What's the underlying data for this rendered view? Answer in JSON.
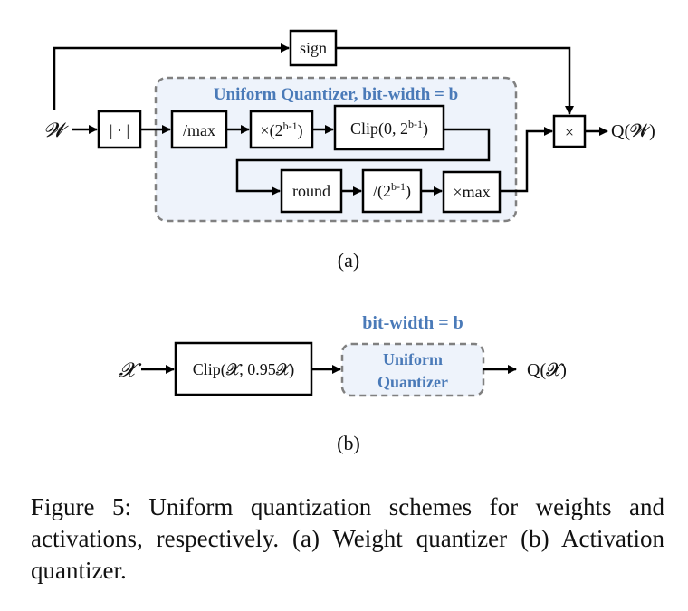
{
  "diagram_a": {
    "input": "𝓦",
    "output": "Q(𝓦)",
    "sign": "sign",
    "abs": "| · |",
    "group_title": "Uniform Quantizer, bit-width = b",
    "div_max": "/max",
    "mul_pow": "×(2",
    "clip_prefix": "Clip(0, 2",
    "round": "round",
    "div_pow": "/(2",
    "mul_max": "×max",
    "multiply": "×",
    "exponent": "b-1",
    "close_paren": ")",
    "label": "(a)"
  },
  "diagram_b": {
    "input": "𝓧",
    "clip": "Clip(𝓧, 0.95𝓧)",
    "bitwidth": "bit-width = b",
    "uq_line1": "Uniform",
    "uq_line2": "Quantizer",
    "output": "Q(𝓧)",
    "label": "(b)"
  },
  "caption": "Figure 5: Uniform quantization schemes for weights and activations, respectively. (a) Weight quantizer (b) Activation quantizer.",
  "colors": {
    "accent_blue": "#4a7ab8",
    "group_fill": "#eef3fb",
    "dash_gray": "#808080"
  }
}
